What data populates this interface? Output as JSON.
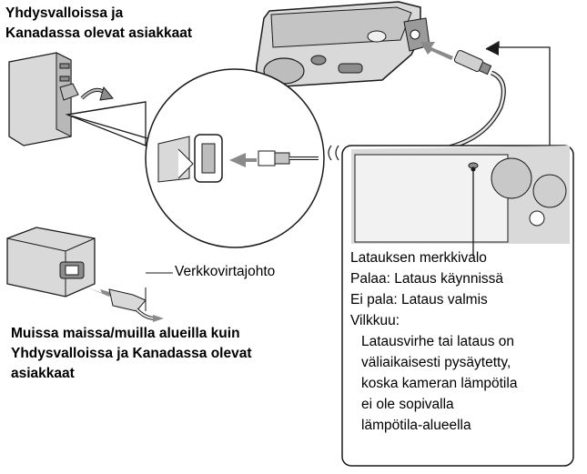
{
  "labels": {
    "us_canada_title_line1": "Yhdysvalloissa ja",
    "us_canada_title_line2": "Kanadassa olevat asiakkaat",
    "power_cord": "Verkkovirtajohto",
    "other_title_line1": "Muissa maissa/muilla alueilla kuin",
    "other_title_line2": "Yhdysvalloissa ja Kanadassa olevat",
    "other_title_line3": "asiakkaat"
  },
  "indicator_info": {
    "title": "Latauksen merkkivalo",
    "on": "Palaa: Lataus käynnissä",
    "off": "Ei pala: Lataus valmis",
    "blink": "Vilkkuu:",
    "blink_detail": [
      "Latausvirhe tai lataus on",
      "väliaikaisesti pysäytetty,",
      "koska kameran lämpötila",
      "ei ole sopivalla",
      "lämpötila-alueella"
    ]
  },
  "colors": {
    "outline": "#1a1a1a",
    "device_fill": "#d9d9d9",
    "device_dark": "#8c8c8c",
    "arrow": "#8a8a8a"
  }
}
